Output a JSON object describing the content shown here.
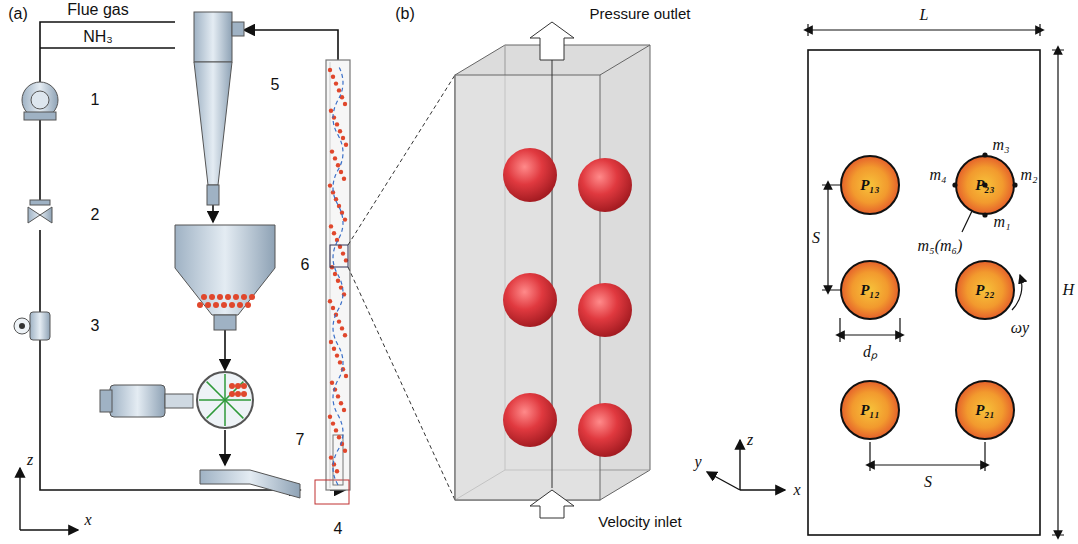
{
  "diagram": {
    "nodes": [
      {
        "text": [
          "P₁₃"
        ]
      },
      {
        "text": [
          "P₂₃"
        ]
      },
      {
        "text": [
          "P₁₂"
        ]
      },
      {
        "text": [
          "P₂₂"
        ]
      },
      {
        "text": [
          "P₁₁"
        ]
      },
      {
        "text": [
          "P₂₁"
        ]
      }
    ],
    "labels": [
      "(a)",
      "Flue gas",
      "NH₃",
      "1",
      "2",
      "3",
      "4",
      "5",
      "6",
      "7",
      "z",
      "x",
      "(b)",
      "Pressure outlet",
      "Velocity inlet",
      "z",
      "y",
      "x",
      "L",
      "m₃",
      "S",
      "m₄",
      "m₂",
      "m₅(m₆)",
      "m₁",
      "H",
      "dₚ",
      "ωy",
      "S"
    ]
  }
}
